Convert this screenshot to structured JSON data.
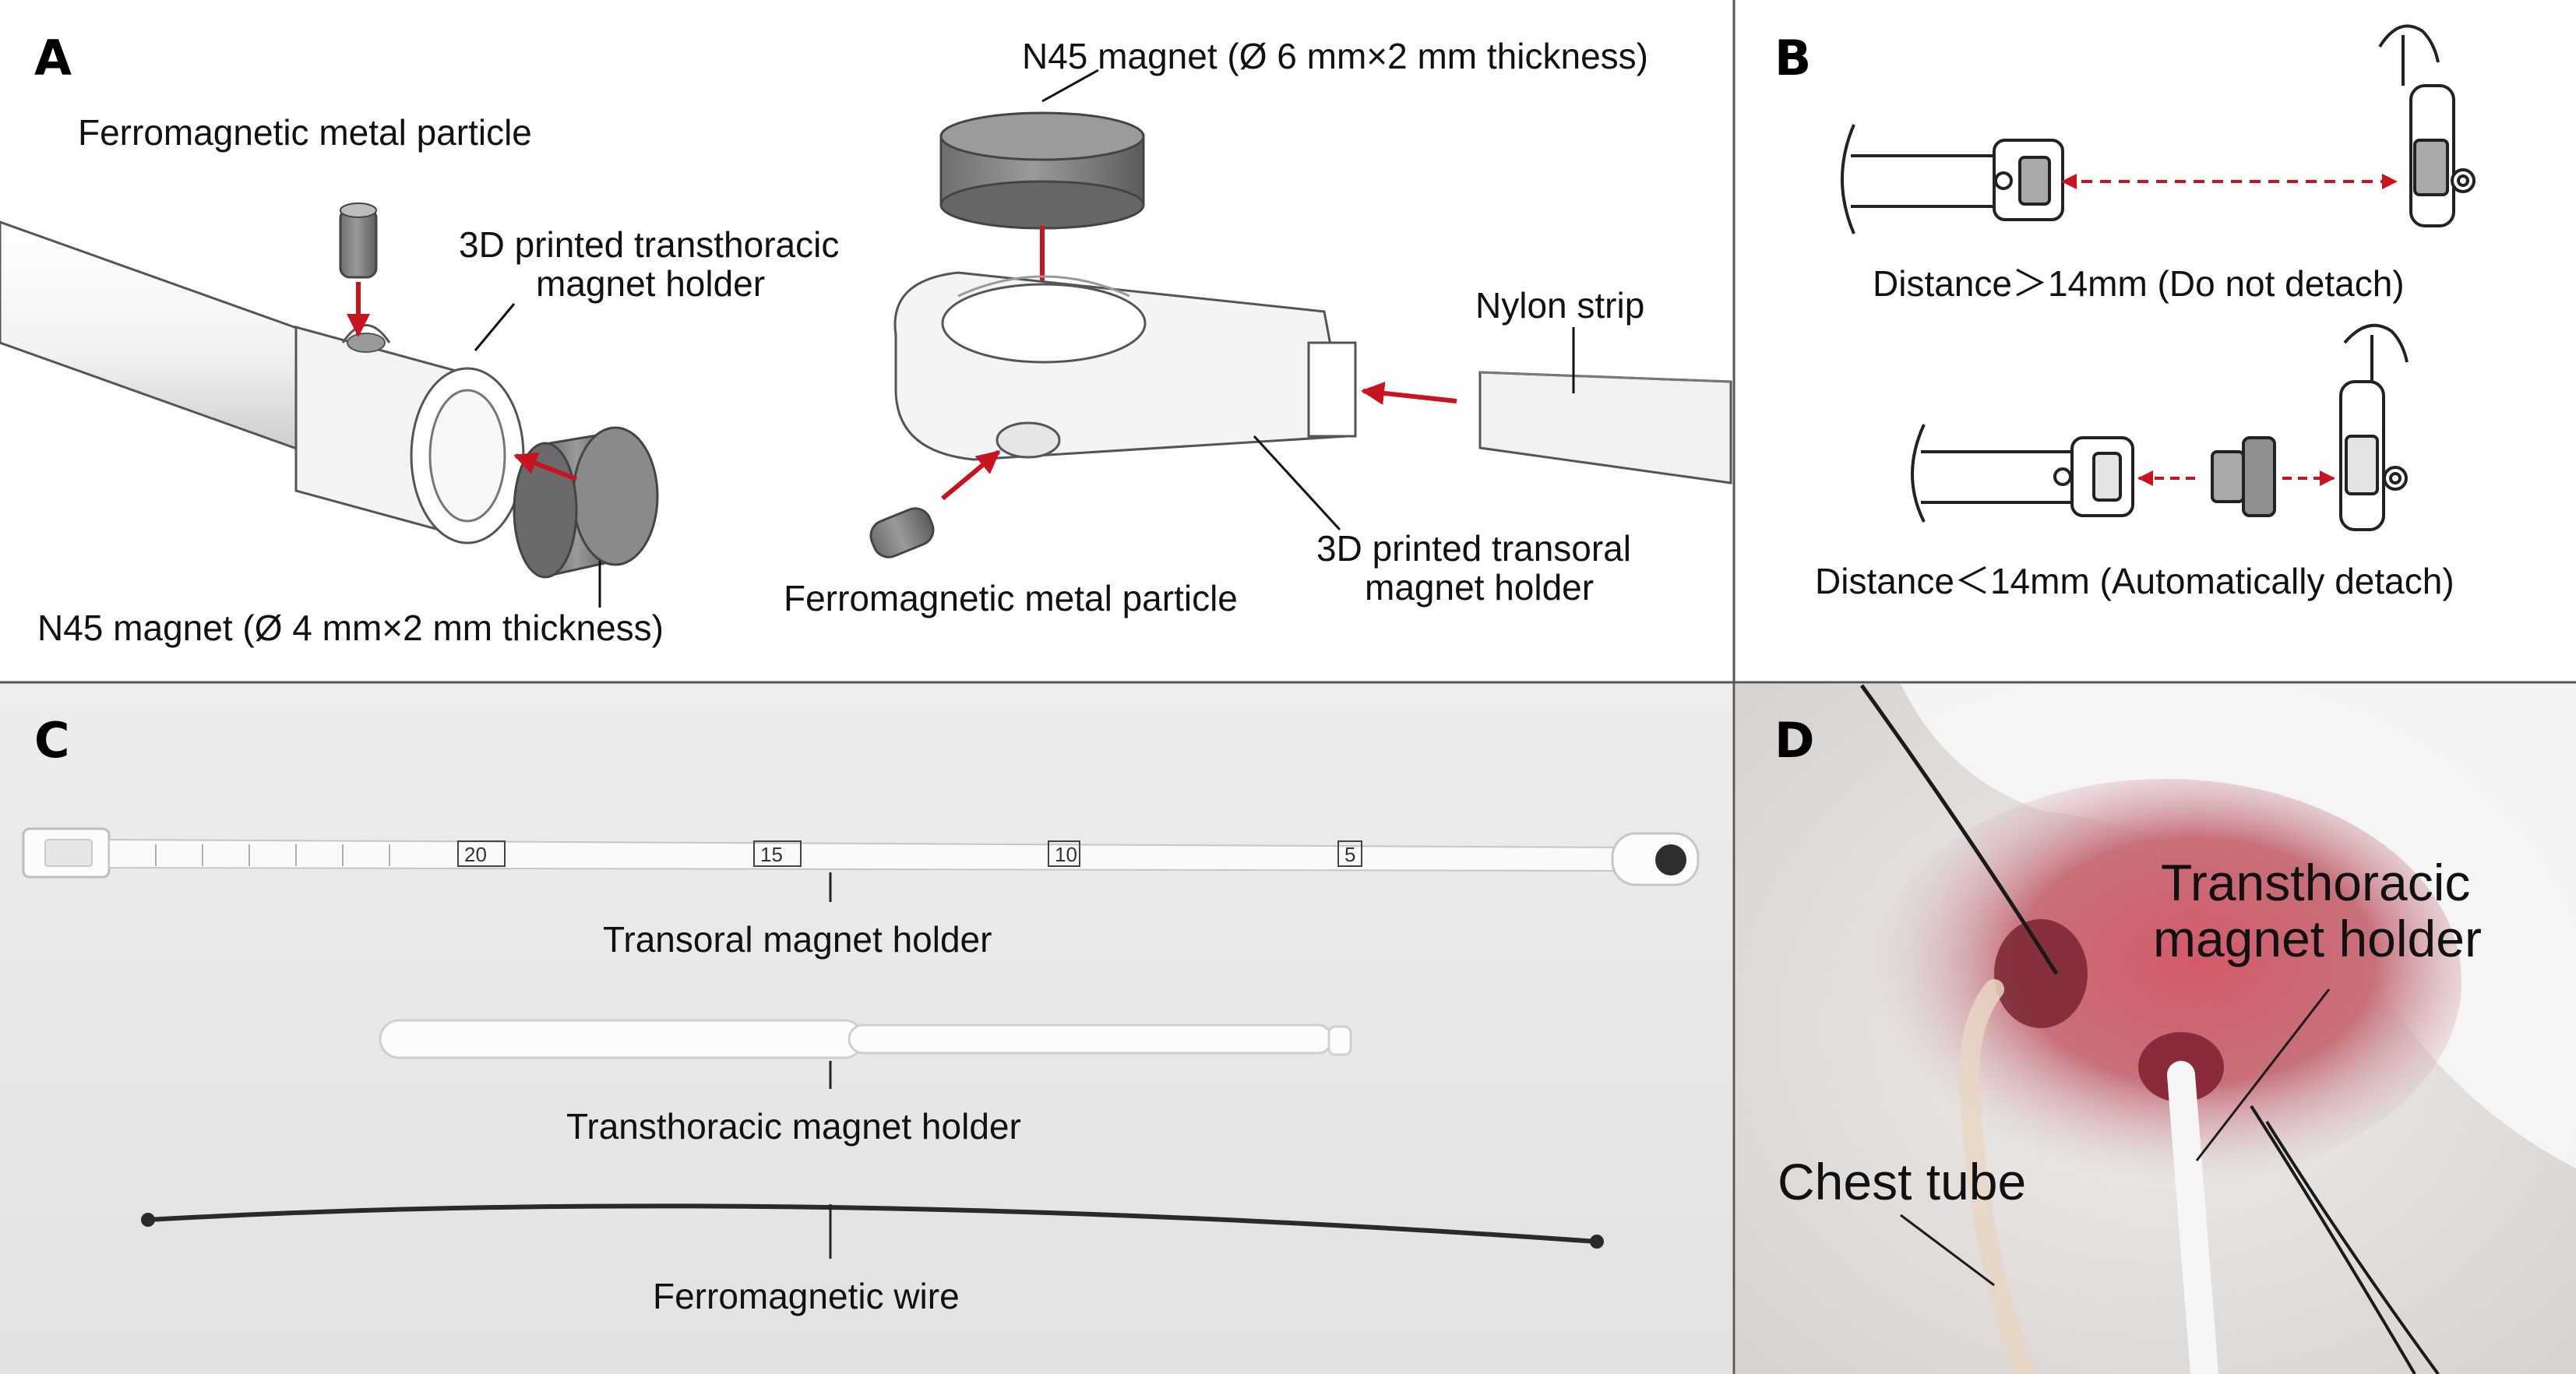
{
  "panels": {
    "a": {
      "letter": "A",
      "ferro_particle_top": "Ferromagnetic metal particle",
      "transthoracic_holder_line1": "3D printed transthoracic",
      "transthoracic_holder_line2": "magnet holder",
      "magnet_small": "N45 magnet (Ø 4 mm×2 mm thickness)",
      "magnet_large": "N45 magnet (Ø 6 mm×2 mm thickness)",
      "nylon_strip": "Nylon strip",
      "transoral_holder_line1": "3D printed transoral",
      "transoral_holder_line2": "magnet holder",
      "ferro_particle_bottom": "Ferromagnetic metal particle"
    },
    "b": {
      "letter": "B",
      "caption_far": "Distance＞14mm (Do not detach)",
      "caption_near": "Distance＜14mm (Automatically detach)"
    },
    "c": {
      "letter": "C",
      "transoral": "Transoral magnet holder",
      "transthoracic": "Transthoracic magnet holder",
      "wire": "Ferromagnetic wire",
      "ruler_marks": [
        "20",
        "15",
        "10",
        "5"
      ]
    },
    "d": {
      "letter": "D",
      "holder_line1": "Transthoracic",
      "holder_line2": "magnet holder",
      "chest_tube": "Chest tube"
    }
  },
  "colors": {
    "arrow_red": "#c8141e",
    "divider": "#555555",
    "tissue_red": "#c8505a",
    "gauze": "#e9e6e3"
  }
}
